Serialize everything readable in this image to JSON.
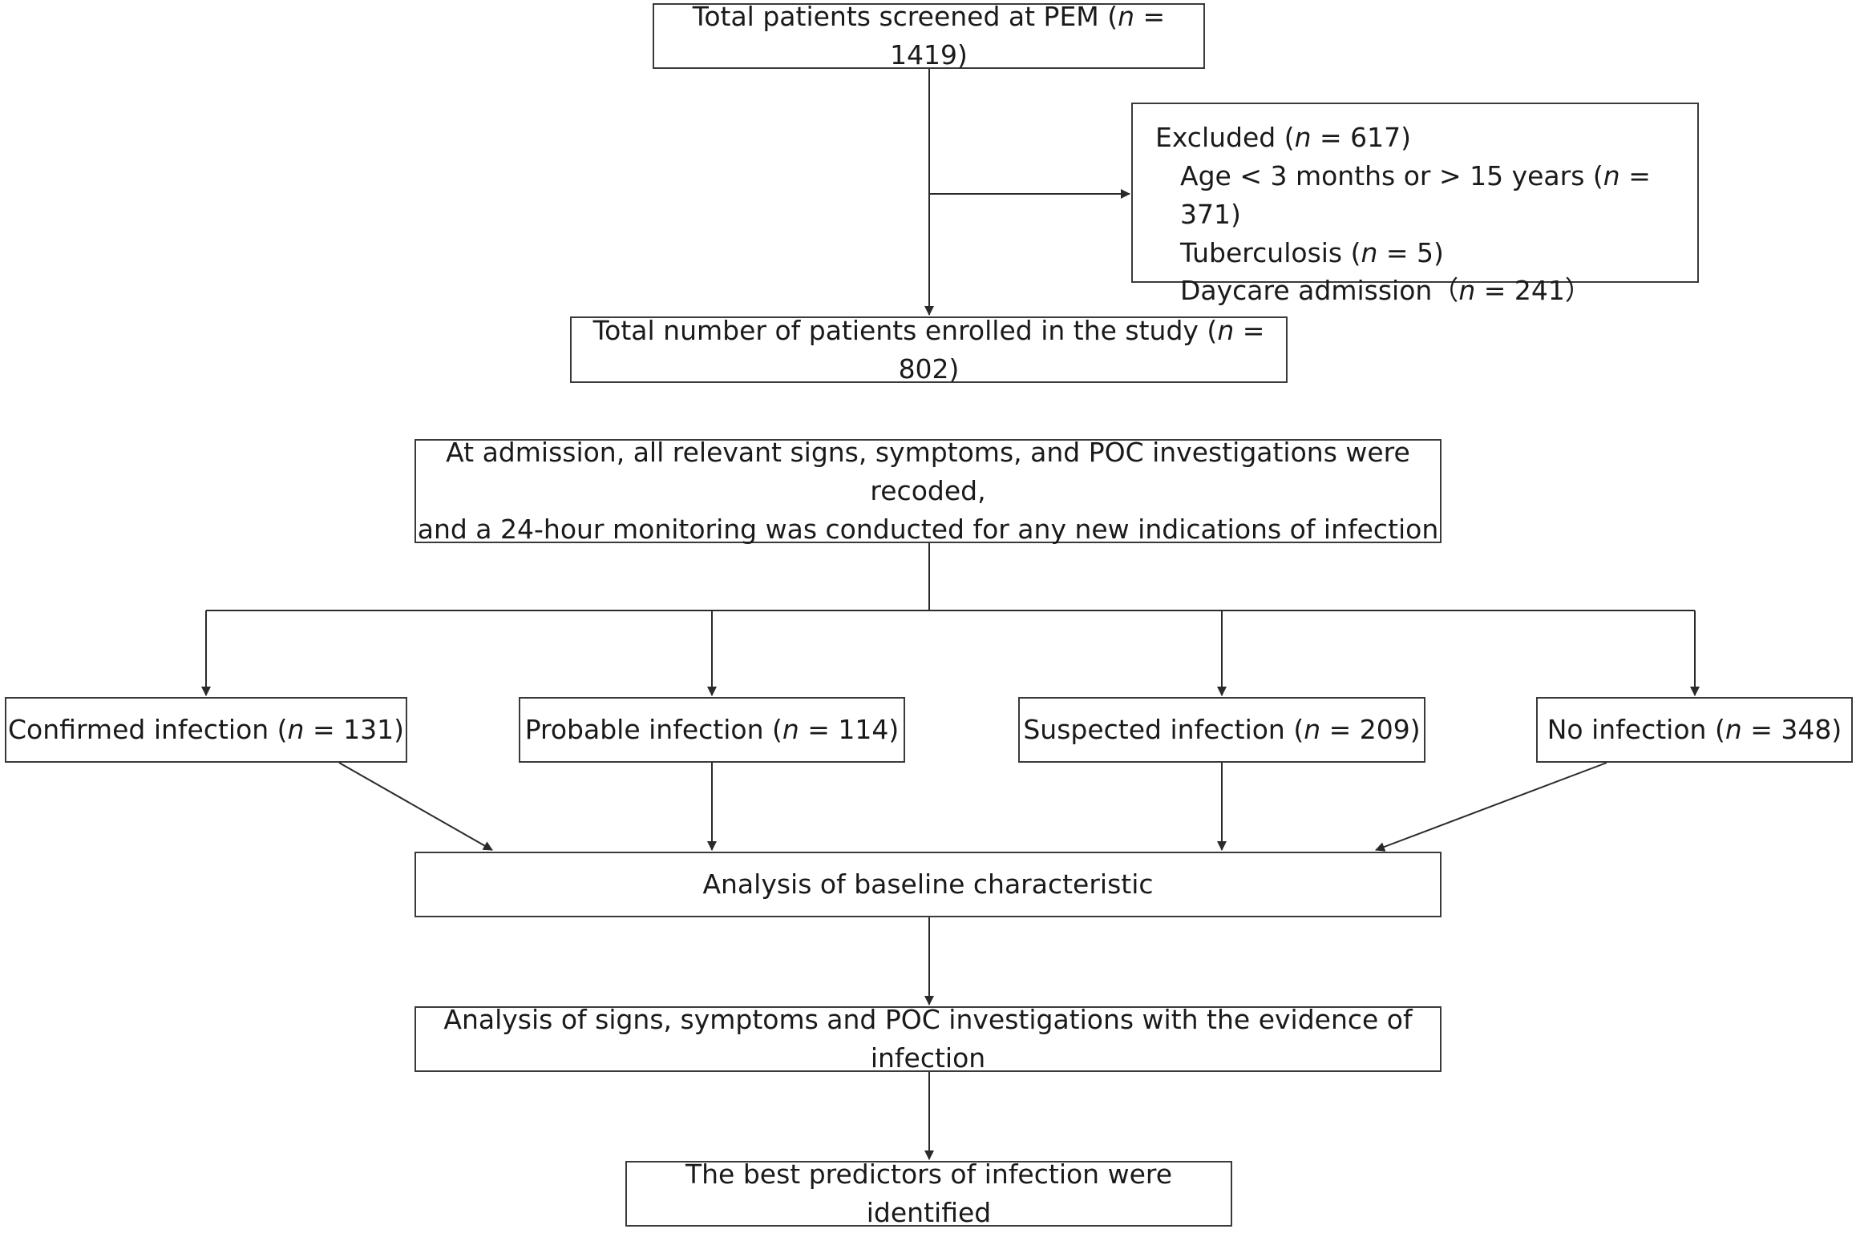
{
  "screened": {
    "pre": "Total patients screened at PEM (",
    "var": "n",
    "post": " = 1419)"
  },
  "excluded": {
    "header": {
      "pre": "Excluded (",
      "var": "n",
      "post": " = 617)"
    },
    "items": [
      {
        "pre": "Age < 3 months or > 15 years (",
        "var": "n",
        "post": " = 371)"
      },
      {
        "pre": "Tuberculosis (",
        "var": "n",
        "post": " = 5)"
      },
      {
        "pre": "Daycare admission（",
        "var": "n",
        "post": " = 241）"
      }
    ]
  },
  "enrolled": {
    "pre": "Total number of patients enrolled in the study (",
    "var": "n",
    "post": " = 802)"
  },
  "admission": {
    "line1": "At admission, all relevant signs, symptoms, and POC investigations were recoded,",
    "line2": "and a 24-hour monitoring was conducted for any new indications of infection"
  },
  "groups": [
    {
      "pre": "Confirmed infection (",
      "var": "n",
      "post": " = 131)"
    },
    {
      "pre": "Probable infection (",
      "var": "n",
      "post": " = 114)"
    },
    {
      "pre": "Suspected infection (",
      "var": "n",
      "post": " = 209)"
    },
    {
      "pre": "No infection (",
      "var": "n",
      "post": " = 348)"
    }
  ],
  "baseline": "Analysis of baseline characteristic",
  "signs_analysis": "Analysis of signs, symptoms and POC investigations with the evidence of infection",
  "predictors": "The best predictors of infection were identified"
}
